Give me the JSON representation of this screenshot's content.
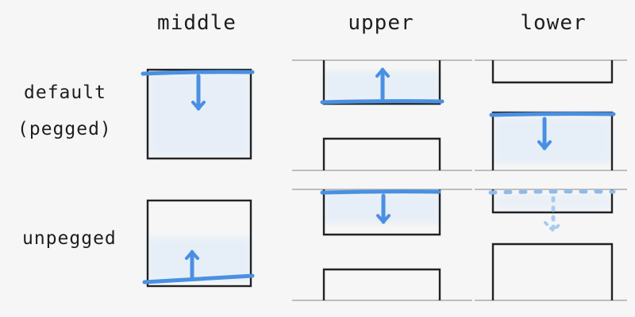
{
  "columns": [
    "middle",
    "upper",
    "lower"
  ],
  "rows": [
    "default",
    "(pegged)",
    "unpegged"
  ],
  "colors": {
    "line": "#222222",
    "blue": "#4a90e2",
    "fill": "#dce9f8",
    "floor": "#bdbdbd",
    "background": "#f6f6f6"
  }
}
